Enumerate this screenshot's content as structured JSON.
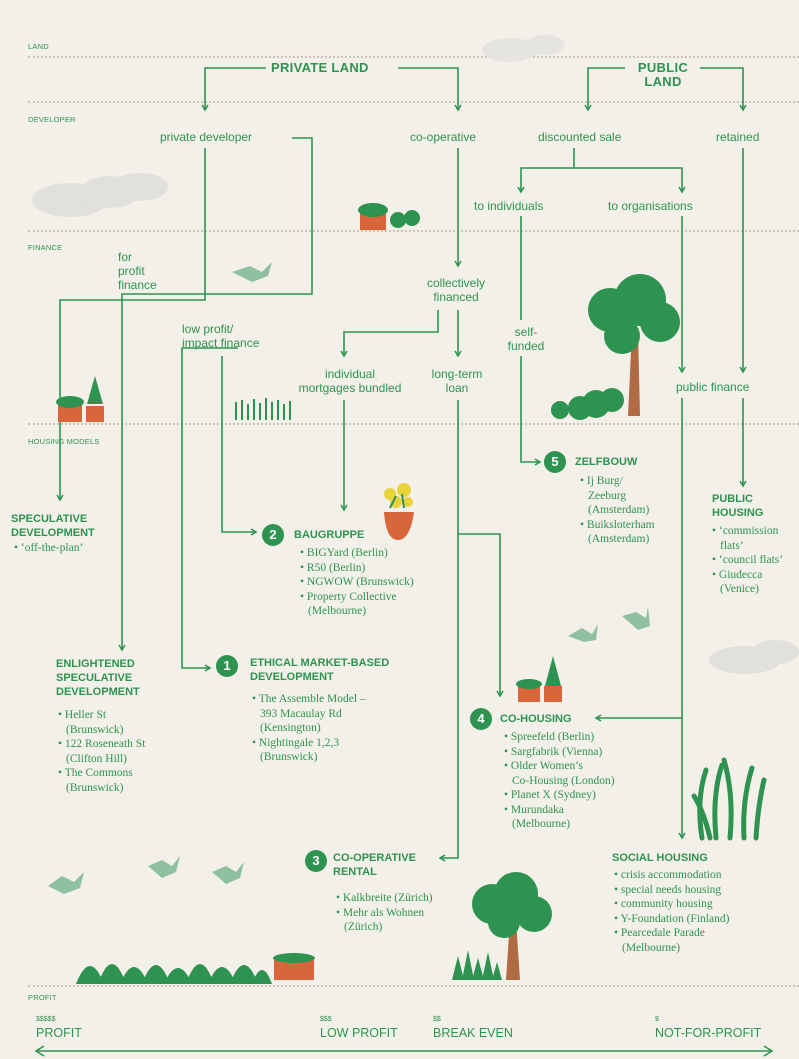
{
  "bands": [
    "LAND",
    "DEVELOPER",
    "FINANCE",
    "HOUSING MODELS",
    "PROFIT"
  ],
  "land": {
    "private": "PRIVATE LAND",
    "public_l1": "PUBLIC",
    "public_l2": "LAND"
  },
  "developer": {
    "private_developer": "private developer",
    "cooperative": "co-operative",
    "discounted_sale": "discounted sale",
    "retained": "retained",
    "to_individuals": "to individuals",
    "to_organisations": "to organisations"
  },
  "finance": {
    "for_profit": [
      "for",
      "profit",
      "finance"
    ],
    "low_profit": [
      "low profit/",
      "impact finance"
    ],
    "collectively": [
      "collectively",
      "financed"
    ],
    "self_funded": [
      "self-",
      "funded"
    ],
    "individual_mortgages": [
      "individual",
      "mortgages bundled"
    ],
    "long_term": [
      "long-term",
      "loan"
    ],
    "public_finance": "public finance"
  },
  "models": {
    "speculative": {
      "title": [
        "SPECULATIVE",
        "DEVELOPMENT"
      ],
      "items": [
        "• ‘off-the-plan’"
      ]
    },
    "baugruppe": {
      "num": "2",
      "title": "BAUGRUPPE",
      "items": [
        "• BIGYard (Berlin)",
        "• R50 (Berlin)",
        "• NGWOW (Brunswick)",
        "• Property Collective",
        "  (Melbourne)"
      ]
    },
    "zelfbouw": {
      "num": "5",
      "title": "ZELFBOUW",
      "items": [
        "• Ij Burg/",
        "  Zeeburg",
        "  (Amsterdam)",
        "• Buiksloterham",
        "  (Amsterdam)"
      ]
    },
    "public_housing": {
      "title": [
        "PUBLIC",
        "HOUSING"
      ],
      "items": [
        "• ‘commission",
        "  flats’",
        "• ‘council flats’",
        "• Giudecca",
        "  (Venice)"
      ]
    },
    "enlightened": {
      "title": [
        "ENLIGHTENED",
        "SPECULATIVE",
        "DEVELOPMENT"
      ],
      "items": [
        "• Heller St",
        "  (Brunswick)",
        "• 122 Roseneath St",
        "  (Clifton Hill)",
        "• The Commons",
        "  (Brunswick)"
      ]
    },
    "ethical": {
      "num": "1",
      "title": [
        "ETHICAL MARKET-BASED",
        "DEVELOPMENT"
      ],
      "items": [
        "• The Assemble Model –",
        "  393 Macaulay Rd",
        "  (Kensington)",
        "• Nightingale 1,2,3",
        "  (Brunswick)"
      ]
    },
    "cohousing": {
      "num": "4",
      "title": "CO-HOUSING",
      "items": [
        "• Spreefeld (Berlin)",
        "• Sargfabrik (Vienna)",
        "• Older Women’s",
        "  Co-Housing (London)",
        "• Planet X (Sydney)",
        "• Murundaka",
        "  (Melbourne)"
      ]
    },
    "cooperative_rental": {
      "num": "3",
      "title": [
        "CO-OPERATIVE",
        "RENTAL"
      ],
      "items": [
        "• Kalkbreite (Zürich)",
        "• Mehr als Wohnen",
        "  (Zürich)"
      ]
    },
    "social_housing": {
      "title": "SOCIAL HOUSING",
      "items": [
        "• crisis accommodation",
        "• special needs housing",
        "• community housing",
        "• Y-Foundation (Finland)",
        "• Pearcedale Parade",
        "  (Melbourne)"
      ]
    }
  },
  "profit_scale": [
    {
      "symbol": "$$$$$",
      "label": "PROFIT"
    },
    {
      "symbol": "$$$",
      "label": "LOW PROFIT"
    },
    {
      "symbol": "$$",
      "label": "BREAK EVEN"
    },
    {
      "symbol": "$",
      "label": "NOT-FOR-PROFIT"
    }
  ],
  "colors": {
    "green": "#2e9350",
    "background": "#f3f0e9",
    "pot": "#d9663a",
    "trunk": "#b06a44",
    "cloud": "#e1e0db",
    "dots": "#c9c5bb"
  }
}
